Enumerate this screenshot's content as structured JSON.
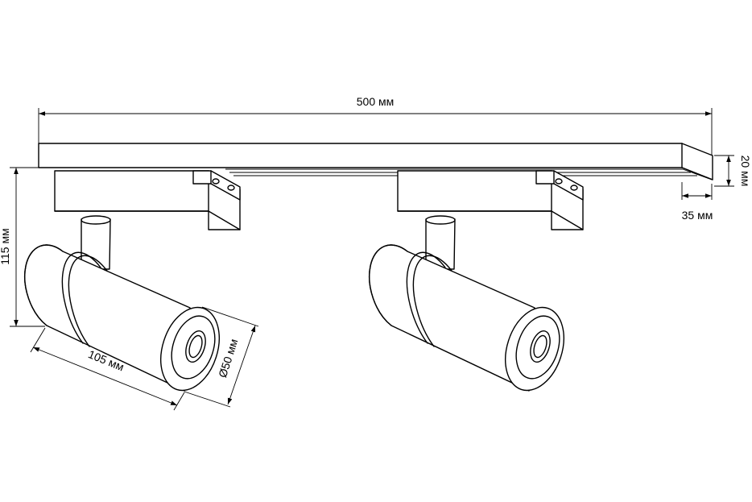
{
  "dimensions": {
    "track_length": "500 мм",
    "track_height": "20 мм",
    "track_depth": "35 мм",
    "total_height": "115 мм",
    "spot_length": "105 мм",
    "spot_diameter": "Ø50 мм"
  },
  "colors": {
    "line": "#000000",
    "background": "#ffffff"
  }
}
